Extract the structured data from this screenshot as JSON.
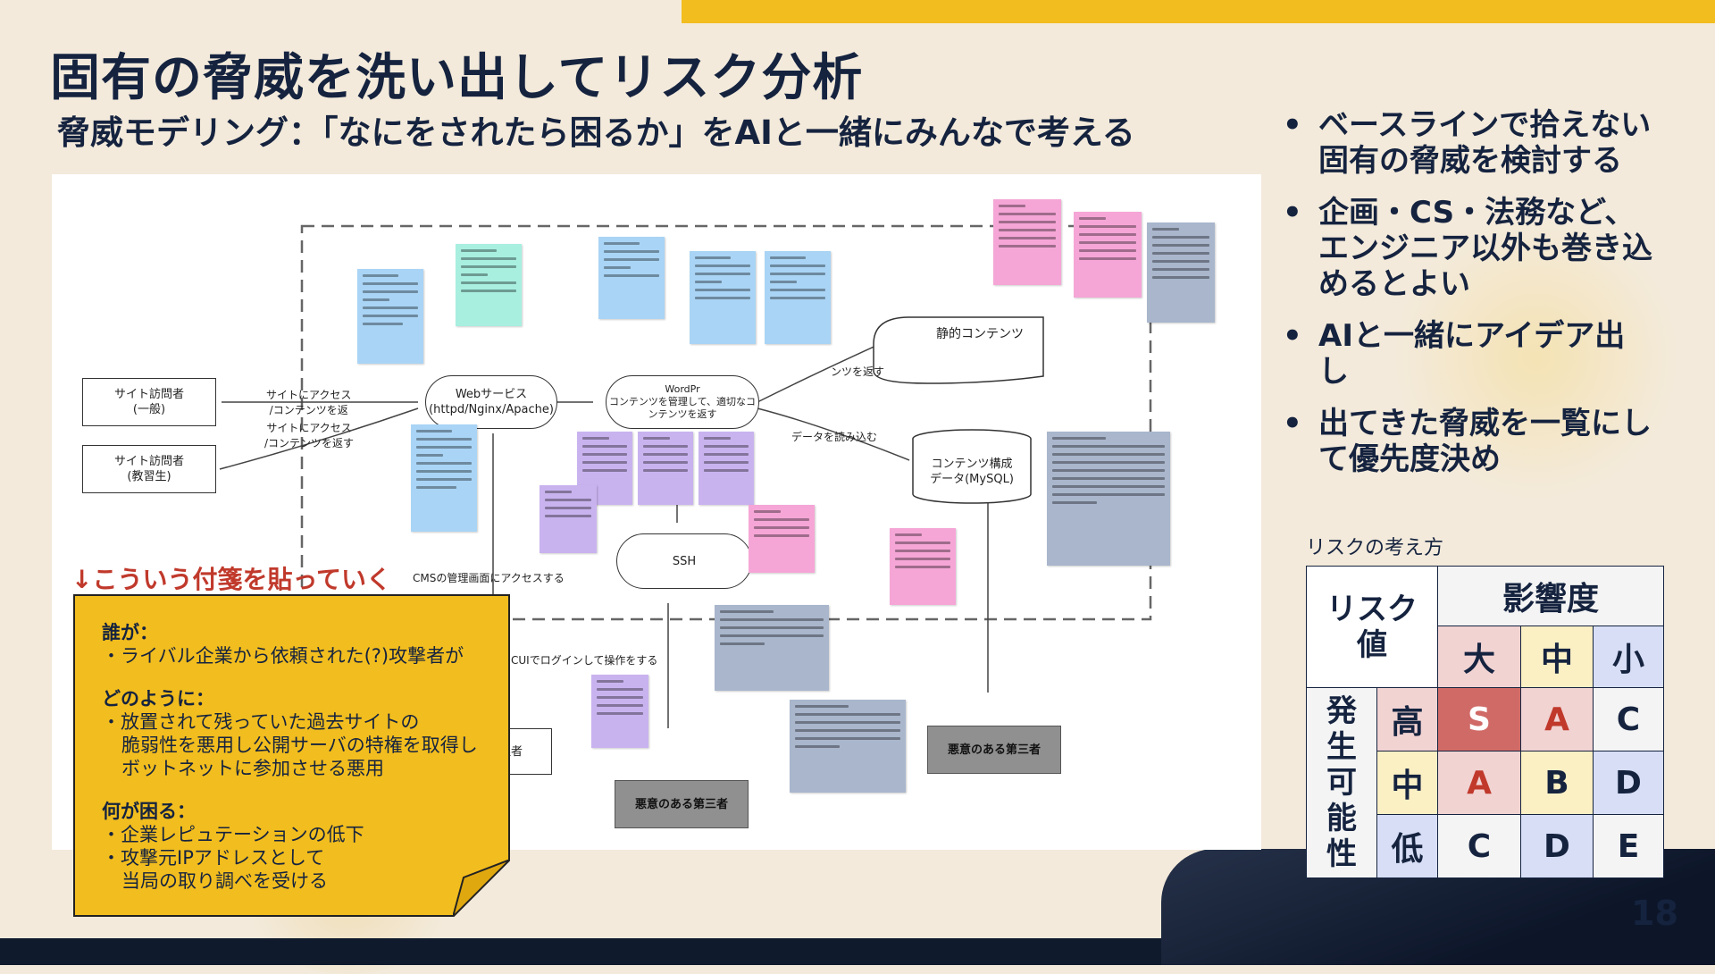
{
  "slide": {
    "title": "固有の脅威を洗い出してリスク分析",
    "subtitle": "脅威モデリング：「なにをされたら困るか」をAIと一緒にみんなで考える",
    "page_number": "18"
  },
  "bullets": [
    {
      "marker": "•",
      "text": "ベースラインで拾えない固有の脅威を検討する"
    },
    {
      "marker": "•",
      "text": "企画・CS・法務など、エンジニア以外も巻き込めるとよい"
    },
    {
      "marker": "•",
      "text": "AIと一緒にアイデア出し"
    },
    {
      "marker": "•",
      "text": "出てきた脅威を一覧にして優先度決め"
    }
  ],
  "diagram": {
    "nodes": {
      "visitor_general": "サイト訪問者\n(一般)",
      "visitor_trainee": "サイト訪問者\n(教習生)",
      "web_service": "Webサービス\n(httpd/Nginx/Apache)",
      "wordpress": "WordPr\nコンテンツを管理して、適切なコ\nンテンツを返す",
      "static_content": "静的コンテンツ",
      "content_db": "コンテンツ構成\nデータ(MySQL)",
      "ssh": "SSH",
      "attacker_1": "悪意のある第三者",
      "attacker_2": "悪意のある第三者",
      "admin_partial": "理者"
    },
    "edge_labels": {
      "access_1": "サイトにアクセス\n/コンテンツを返",
      "access_2": "サイトにアクセス\n/コンテンツを返す",
      "return_contents": "ンツを返す",
      "read_data": "データを読み込む",
      "cms_access": "CMSの管理画面にアクセスする",
      "cui_login": "CUIでログインして操作をする"
    }
  },
  "callout": {
    "label": "↓こういう付箋を貼っていく",
    "who_heading": "誰が：",
    "who": "・ライバル企業から依頼された(?)攻撃者が",
    "how_heading": "どのように：",
    "how_1": "・放置されて残っていた過去サイトの",
    "how_2": "脆弱性を悪用し公開サーバの特権を取得し",
    "how_3": "ボットネットに参加させる悪用",
    "trouble_heading": "何が困る：",
    "trouble_1": "・企業レピュテーションの低下",
    "trouble_2": "・攻撃元IPアドレスとして",
    "trouble_3": "当局の取り調べを受ける"
  },
  "risk_matrix": {
    "caption": "リスクの考え方",
    "corner": "リスク\n値",
    "impact_label": "影響度",
    "likelihood_label": "発生可能性",
    "impact_levels": [
      "大",
      "中",
      "小"
    ],
    "likelihood_levels": [
      "高",
      "中",
      "低"
    ],
    "values": [
      [
        "S",
        "A",
        "C"
      ],
      [
        "A",
        "B",
        "D"
      ],
      [
        "C",
        "D",
        "E"
      ]
    ]
  },
  "colors": {
    "navy": "#15233f",
    "accent_yellow": "#f2bd1e",
    "callout_red": "#c0392b",
    "sticky_blue": "#a9d4f5",
    "sticky_pink": "#f5a6d6",
    "sticky_purple": "#c9b3ef",
    "sticky_teal": "#a8efe0",
    "sticky_gray": "#a9b6cc"
  }
}
